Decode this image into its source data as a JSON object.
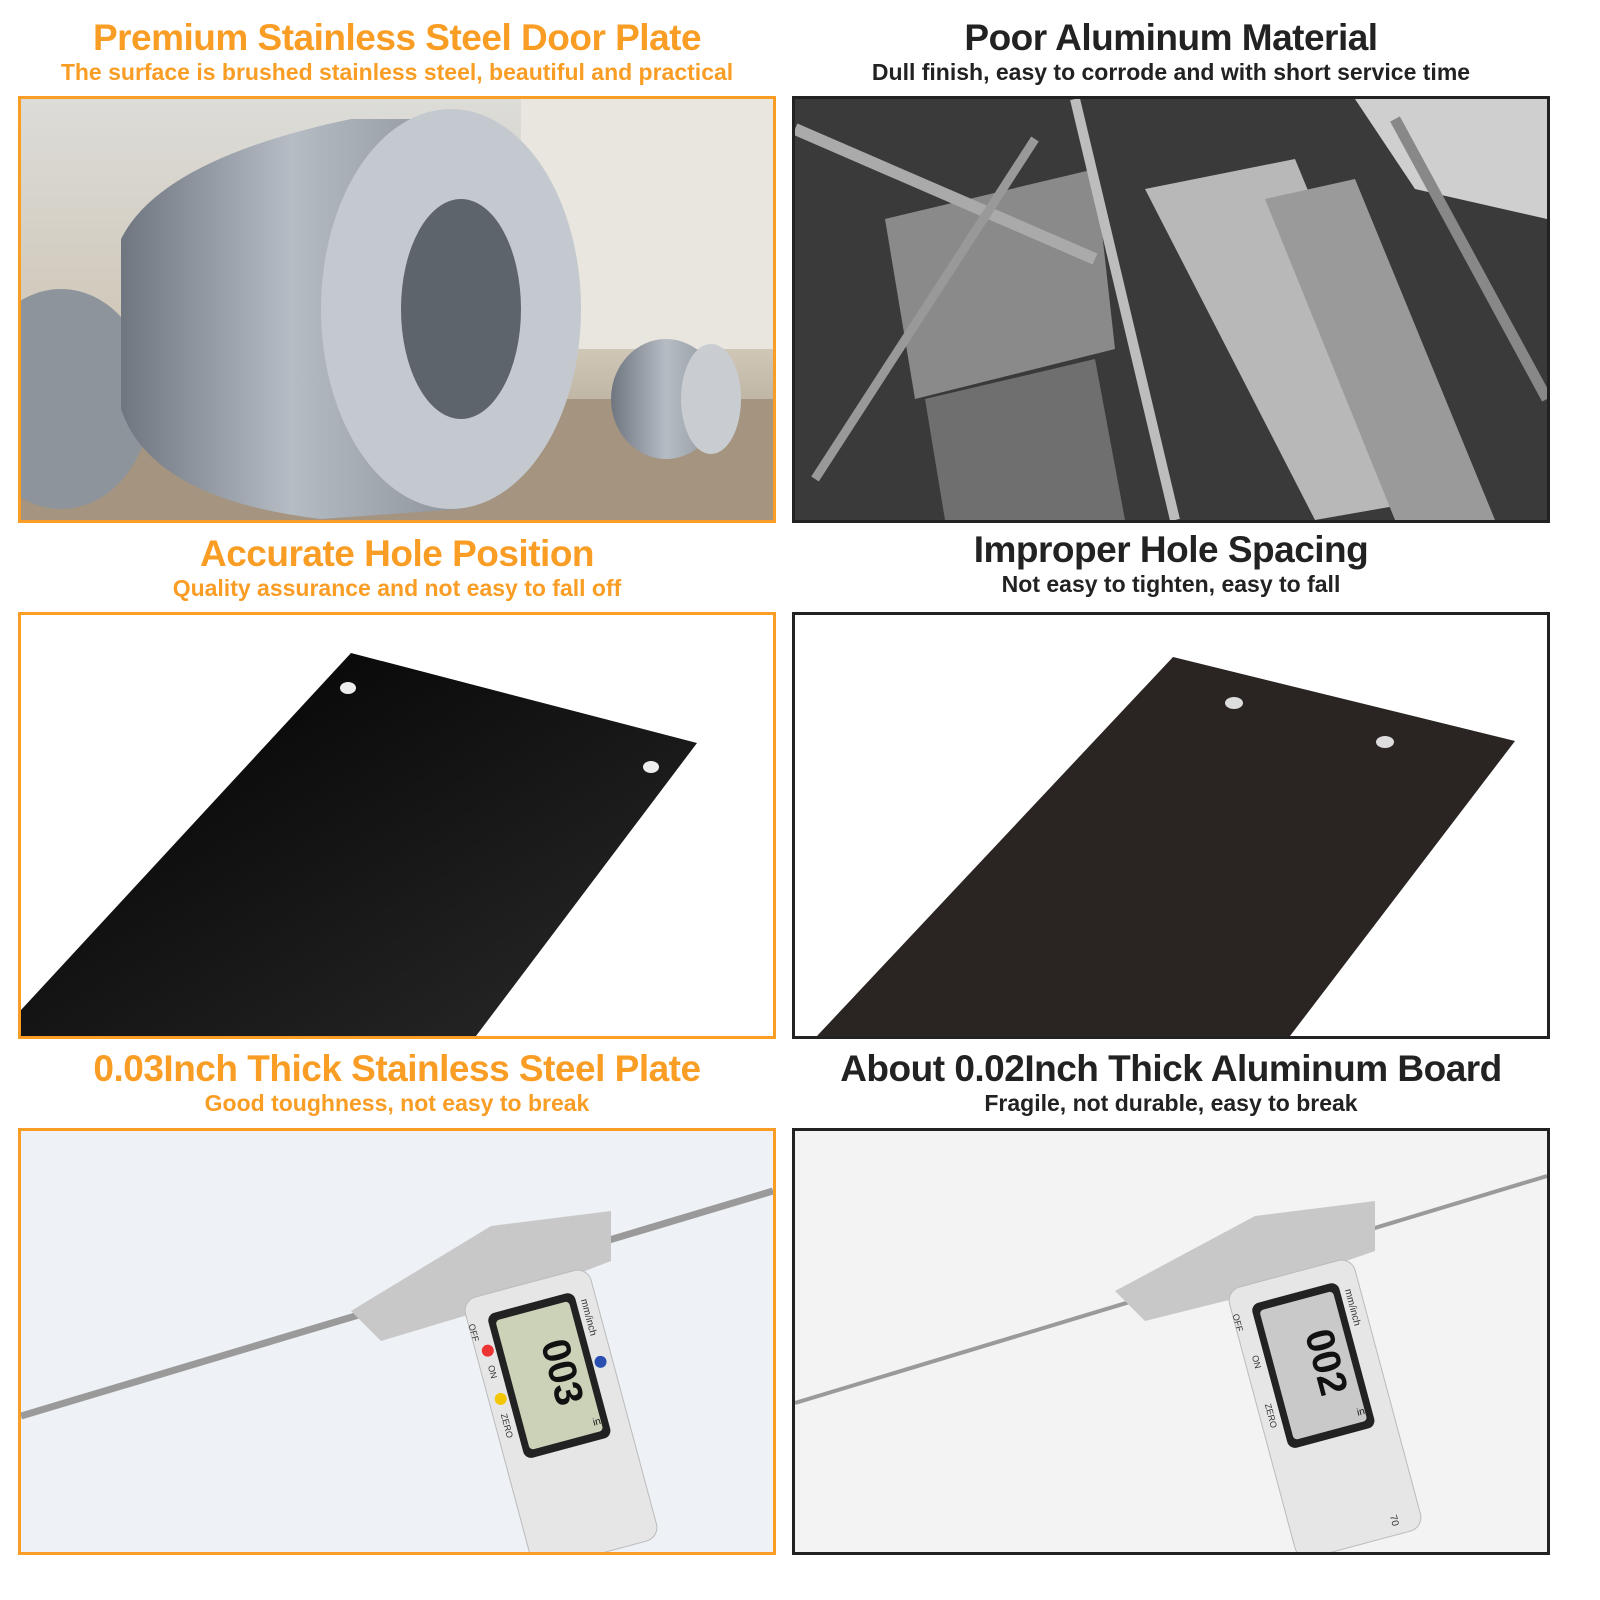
{
  "colors": {
    "good": "#f99d25",
    "bad": "#222222"
  },
  "rows": [
    {
      "good": {
        "title": "Premium Stainless Steel Door Plate",
        "subtitle": "The surface is brushed stainless steel, beautiful and practical"
      },
      "bad": {
        "title": "Poor Aluminum Material",
        "subtitle": "Dull finish, easy to corrode and with short service time"
      }
    },
    {
      "good": {
        "title": "Accurate Hole Position",
        "subtitle": "Quality assurance and not easy to fall off"
      },
      "bad": {
        "title": "Improper Hole Spacing",
        "subtitle": "Not easy to tighten, easy to fall"
      }
    },
    {
      "good": {
        "title": "0.03Inch Thick Stainless Steel Plate",
        "subtitle": "Good toughness, not easy to break"
      },
      "bad": {
        "title": "About 0.02Inch Thick Aluminum Board",
        "subtitle": "Fragile, not durable, easy to break"
      }
    }
  ],
  "caliper": {
    "good_reading": "003",
    "bad_reading": "002",
    "unit": "in",
    "mode": "mm/inch",
    "off": "OFF",
    "on": "ON",
    "zero": "ZERO",
    "scale": "70"
  }
}
